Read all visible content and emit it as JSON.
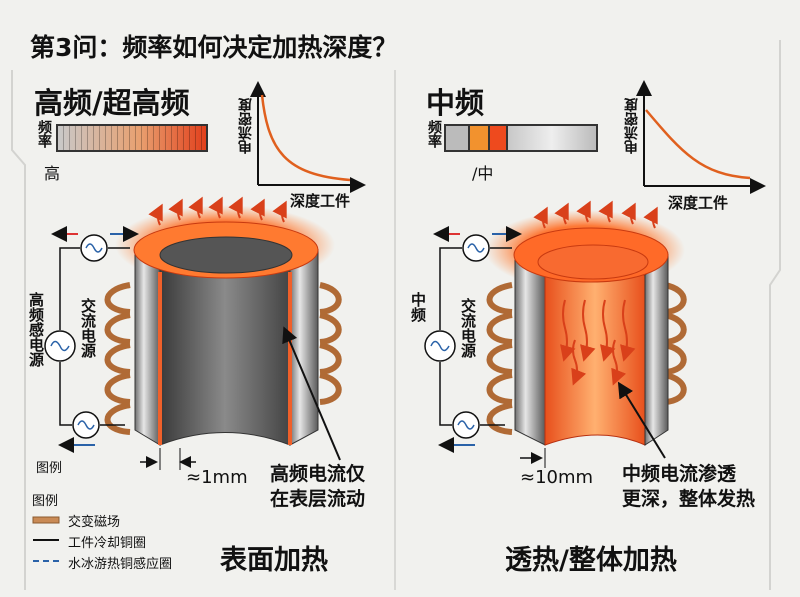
{
  "title": "第3问：频率如何决定加热深度？",
  "left": {
    "heading": "高频/超高频",
    "freq_label": "频率",
    "freq_marker": "高",
    "graph_ylabel": "电流密度",
    "graph_xlabel": "深度工件",
    "source_label": "高频感电源",
    "ac_label": "交流电源",
    "legend_hint": "图例",
    "depth": "≈1mm",
    "callout": [
      "高频电流仅",
      "在表层流动"
    ],
    "caption": "表面加热"
  },
  "right": {
    "heading": "中频",
    "freq_label": "频率",
    "freq_marker": "/中",
    "graph_ylabel": "电流密度",
    "graph_xlabel": "深度工件",
    "source_label": "中频",
    "ac_label": "交流电源",
    "depth": "≈10mm",
    "callout": [
      "中频电流渗透",
      "更深，整体发热"
    ],
    "caption": "透热/整体加热"
  },
  "legend": {
    "title": "图例",
    "items": [
      {
        "label": "交变磁场",
        "color": "#c98a55"
      },
      {
        "label": "工件冷却铜圈",
        "color": "#111111"
      },
      {
        "label": "水冰游热铜感应圈",
        "color": "#2a62a8"
      }
    ]
  },
  "colors": {
    "heat": "#f05a1e",
    "curve": "#e0601e",
    "steel": "#8a8a8a",
    "copper": "#c07a45"
  }
}
